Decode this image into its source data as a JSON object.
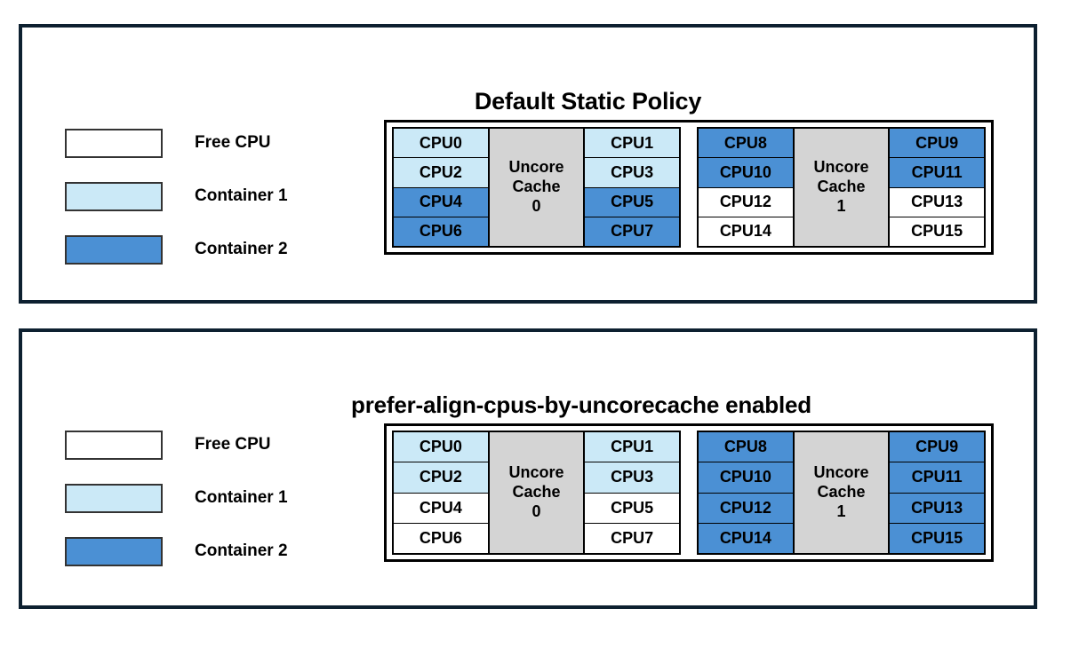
{
  "colors": {
    "free": "#ffffff",
    "container1": "#cbe9f7",
    "container2": "#4b90d4",
    "cache": "#d4d4d4",
    "panel_border": "#0d2030",
    "diagram_border": "#000000",
    "text": "#000000"
  },
  "legend_defaults": {
    "free_label": "Free CPU",
    "container1_label": "Container 1",
    "container2_label": "Container 2"
  },
  "panels": [
    {
      "title": "Default Static Policy",
      "legend": [
        {
          "label": "Free CPU",
          "state": "free"
        },
        {
          "label": "Container 1",
          "state": "container1"
        },
        {
          "label": "Container 2",
          "state": "container2"
        }
      ],
      "sockets": [
        {
          "cache_label_lines": [
            "Uncore",
            "Cache",
            "0"
          ],
          "cache_index": "0",
          "left_cpus": [
            {
              "label": "CPU0",
              "state": "container1"
            },
            {
              "label": "CPU2",
              "state": "container1"
            },
            {
              "label": "CPU4",
              "state": "container2"
            },
            {
              "label": "CPU6",
              "state": "container2"
            }
          ],
          "right_cpus": [
            {
              "label": "CPU1",
              "state": "container1"
            },
            {
              "label": "CPU3",
              "state": "container1"
            },
            {
              "label": "CPU5",
              "state": "container2"
            },
            {
              "label": "CPU7",
              "state": "container2"
            }
          ]
        },
        {
          "cache_label_lines": [
            "Uncore",
            "Cache",
            "1"
          ],
          "cache_index": "1",
          "left_cpus": [
            {
              "label": "CPU8",
              "state": "container2"
            },
            {
              "label": "CPU10",
              "state": "container2"
            },
            {
              "label": "CPU12",
              "state": "free"
            },
            {
              "label": "CPU14",
              "state": "free"
            }
          ],
          "right_cpus": [
            {
              "label": "CPU9",
              "state": "container2"
            },
            {
              "label": "CPU11",
              "state": "container2"
            },
            {
              "label": "CPU13",
              "state": "free"
            },
            {
              "label": "CPU15",
              "state": "free"
            }
          ]
        }
      ]
    },
    {
      "title": "prefer-align-cpus-by-uncorecache enabled",
      "legend": [
        {
          "label": "Free CPU",
          "state": "free"
        },
        {
          "label": "Container 1",
          "state": "container1"
        },
        {
          "label": "Container 2",
          "state": "container2"
        }
      ],
      "sockets": [
        {
          "cache_label_lines": [
            "Uncore",
            "Cache",
            "0"
          ],
          "cache_index": "0",
          "left_cpus": [
            {
              "label": "CPU0",
              "state": "container1"
            },
            {
              "label": "CPU2",
              "state": "container1"
            },
            {
              "label": "CPU4",
              "state": "free"
            },
            {
              "label": "CPU6",
              "state": "free"
            }
          ],
          "right_cpus": [
            {
              "label": "CPU1",
              "state": "container1"
            },
            {
              "label": "CPU3",
              "state": "container1"
            },
            {
              "label": "CPU5",
              "state": "free"
            },
            {
              "label": "CPU7",
              "state": "free"
            }
          ]
        },
        {
          "cache_label_lines": [
            "Uncore",
            "Cache",
            "1"
          ],
          "cache_index": "1",
          "left_cpus": [
            {
              "label": "CPU8",
              "state": "container2"
            },
            {
              "label": "CPU10",
              "state": "container2"
            },
            {
              "label": "CPU12",
              "state": "container2"
            },
            {
              "label": "CPU14",
              "state": "container2"
            }
          ],
          "right_cpus": [
            {
              "label": "CPU9",
              "state": "container2"
            },
            {
              "label": "CPU11",
              "state": "container2"
            },
            {
              "label": "CPU13",
              "state": "container2"
            },
            {
              "label": "CPU15",
              "state": "container2"
            }
          ]
        }
      ]
    }
  ]
}
